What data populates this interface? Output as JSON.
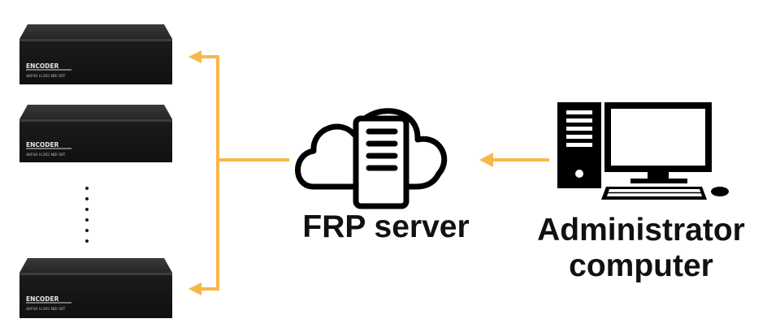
{
  "diagram": {
    "encoders": [
      {
        "brand": "ENCODER",
        "spec": "4KP30  H.265  NDI  SRT"
      },
      {
        "brand": "ENCODER",
        "spec": "4KP30  H.265  NDI  SRT"
      },
      {
        "brand": "ENCODER",
        "spec": "4KP30  H.265  NDI  SRT"
      }
    ],
    "server": {
      "label": "FRP server",
      "icon": "cloud-server-icon"
    },
    "admin": {
      "label_line1": "Administrator",
      "label_line2": "computer",
      "icon": "desktop-computer-icon"
    },
    "colors": {
      "arrow": "#F7B84B",
      "device_body": "#2a2a2a",
      "icon_stroke": "#000000"
    }
  }
}
